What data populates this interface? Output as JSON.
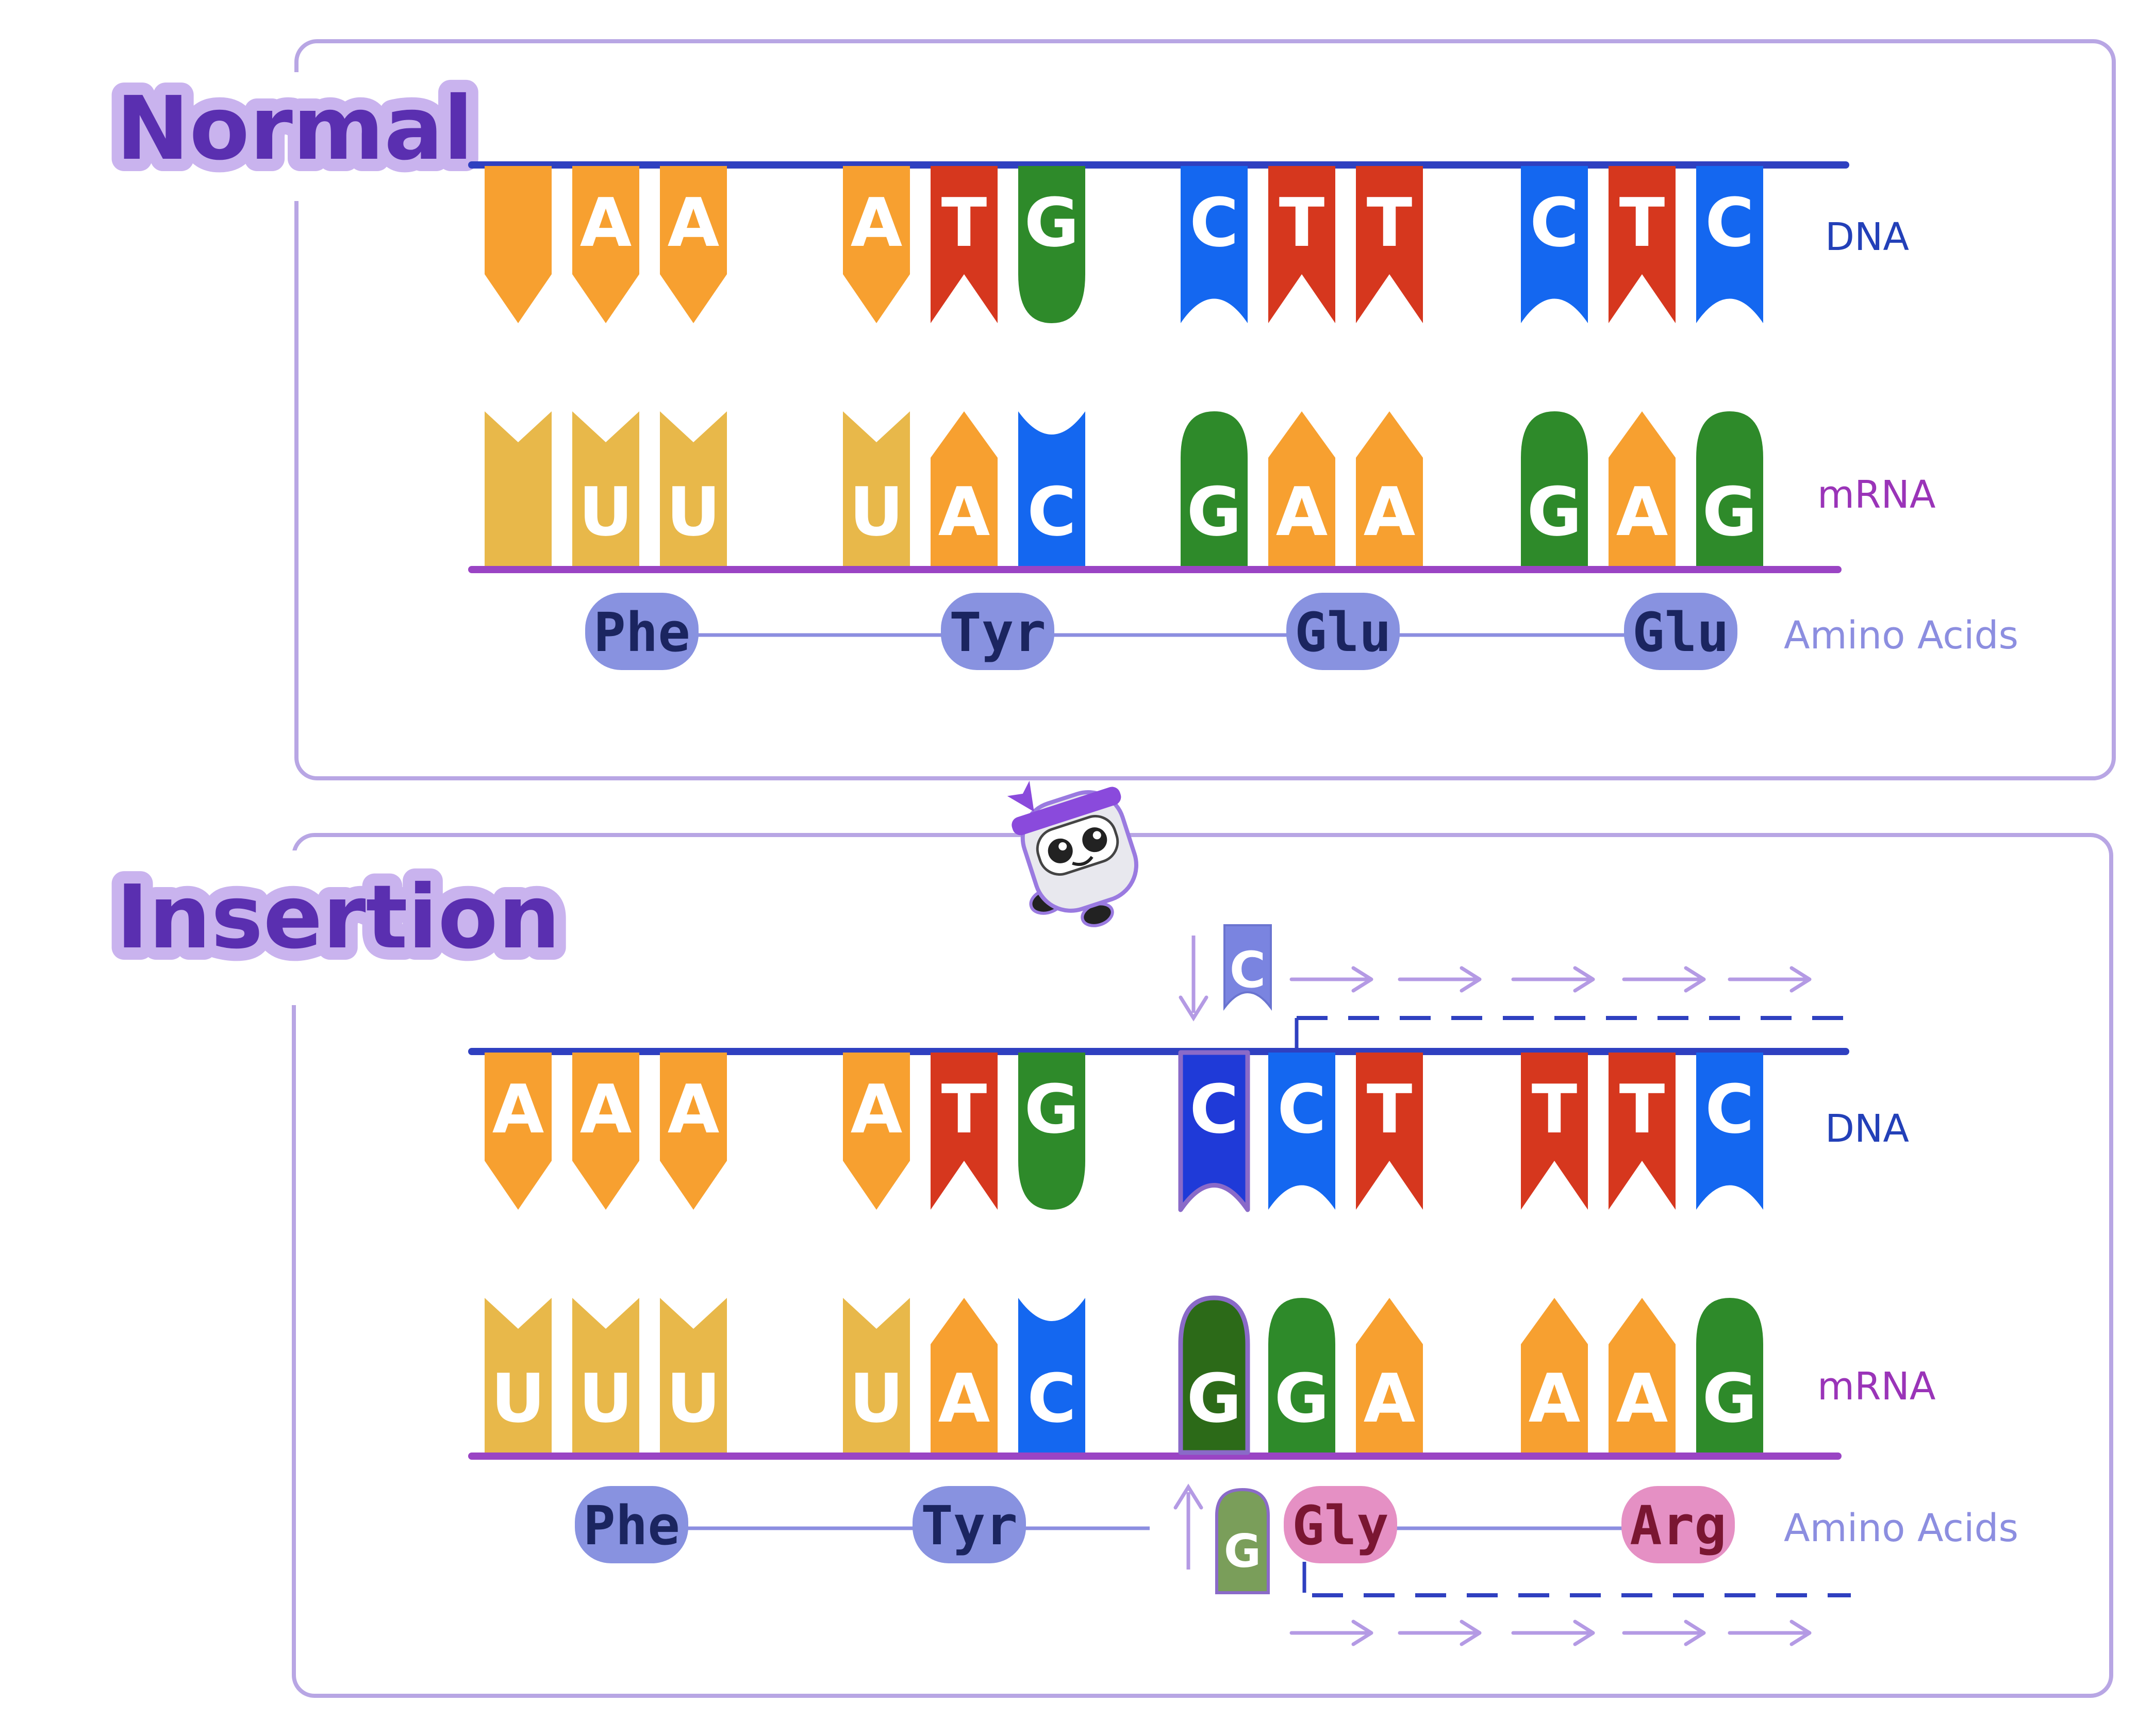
{
  "panels": [
    {
      "title": "Normal",
      "dna_label": "DNA",
      "mrna_label": "mRNA",
      "amino_label": "Amino Acids",
      "dna": [
        "",
        "A",
        "A",
        "A",
        "T",
        "G",
        "C",
        "T",
        "T",
        "C",
        "T",
        "C"
      ],
      "mrna": [
        "",
        "U",
        "U",
        "U",
        "A",
        "C",
        "G",
        "A",
        "A",
        "G",
        "A",
        "G"
      ],
      "amino_acids": [
        "Phe",
        "Tyr",
        "Glu",
        "Glu"
      ]
    },
    {
      "title": "Insertion",
      "dna_label": "DNA",
      "mrna_label": "mRNA",
      "amino_label": "Amino Acids",
      "inserted_dna": "C",
      "inserted_mrna": "G",
      "dna": [
        "A",
        "A",
        "A",
        "A",
        "T",
        "G",
        "C",
        "C",
        "T",
        "T",
        "T",
        "C"
      ],
      "mrna": [
        "U",
        "U",
        "U",
        "U",
        "A",
        "C",
        "G",
        "G",
        "A",
        "A",
        "A",
        "G"
      ],
      "amino_acids": [
        "Phe",
        "Tyr",
        "Gly",
        "Arg"
      ]
    }
  ],
  "colors": {
    "A_dna": "#f7a030",
    "T_dna": "#d6371e",
    "G_dna": "#2e8a2a",
    "C_dna": "#1467f0",
    "U_mrna": "#e8b84a",
    "A_mrna": "#f7a030",
    "C_mrna": "#1467f0",
    "G_mrna": "#2e8a2a",
    "dna_line": "#2f40c0",
    "mrna_line": "#9a44c4",
    "panel_border": "#b8a6e4",
    "title_text": "#5a2fb0",
    "title_halo": "#c9b3ee",
    "aa_normal_bg": "#8892e0",
    "aa_normal_text": "#1b2560",
    "aa_mut_bg": "#e590c4",
    "aa_mut_text": "#7a1632",
    "label_dna": "#2340b8",
    "label_mrna": "#9a34b8",
    "label_aa": "#8c8ee0",
    "inserted_dna_fill": "#1f3ad8",
    "inserted_mrna_fill": "#2c6a18",
    "arrow": "#b49ae4"
  },
  "icons": [
    "robot-mascot-icon",
    "arrow-down-icon",
    "arrow-up-icon",
    "arrow-right-icon"
  ]
}
